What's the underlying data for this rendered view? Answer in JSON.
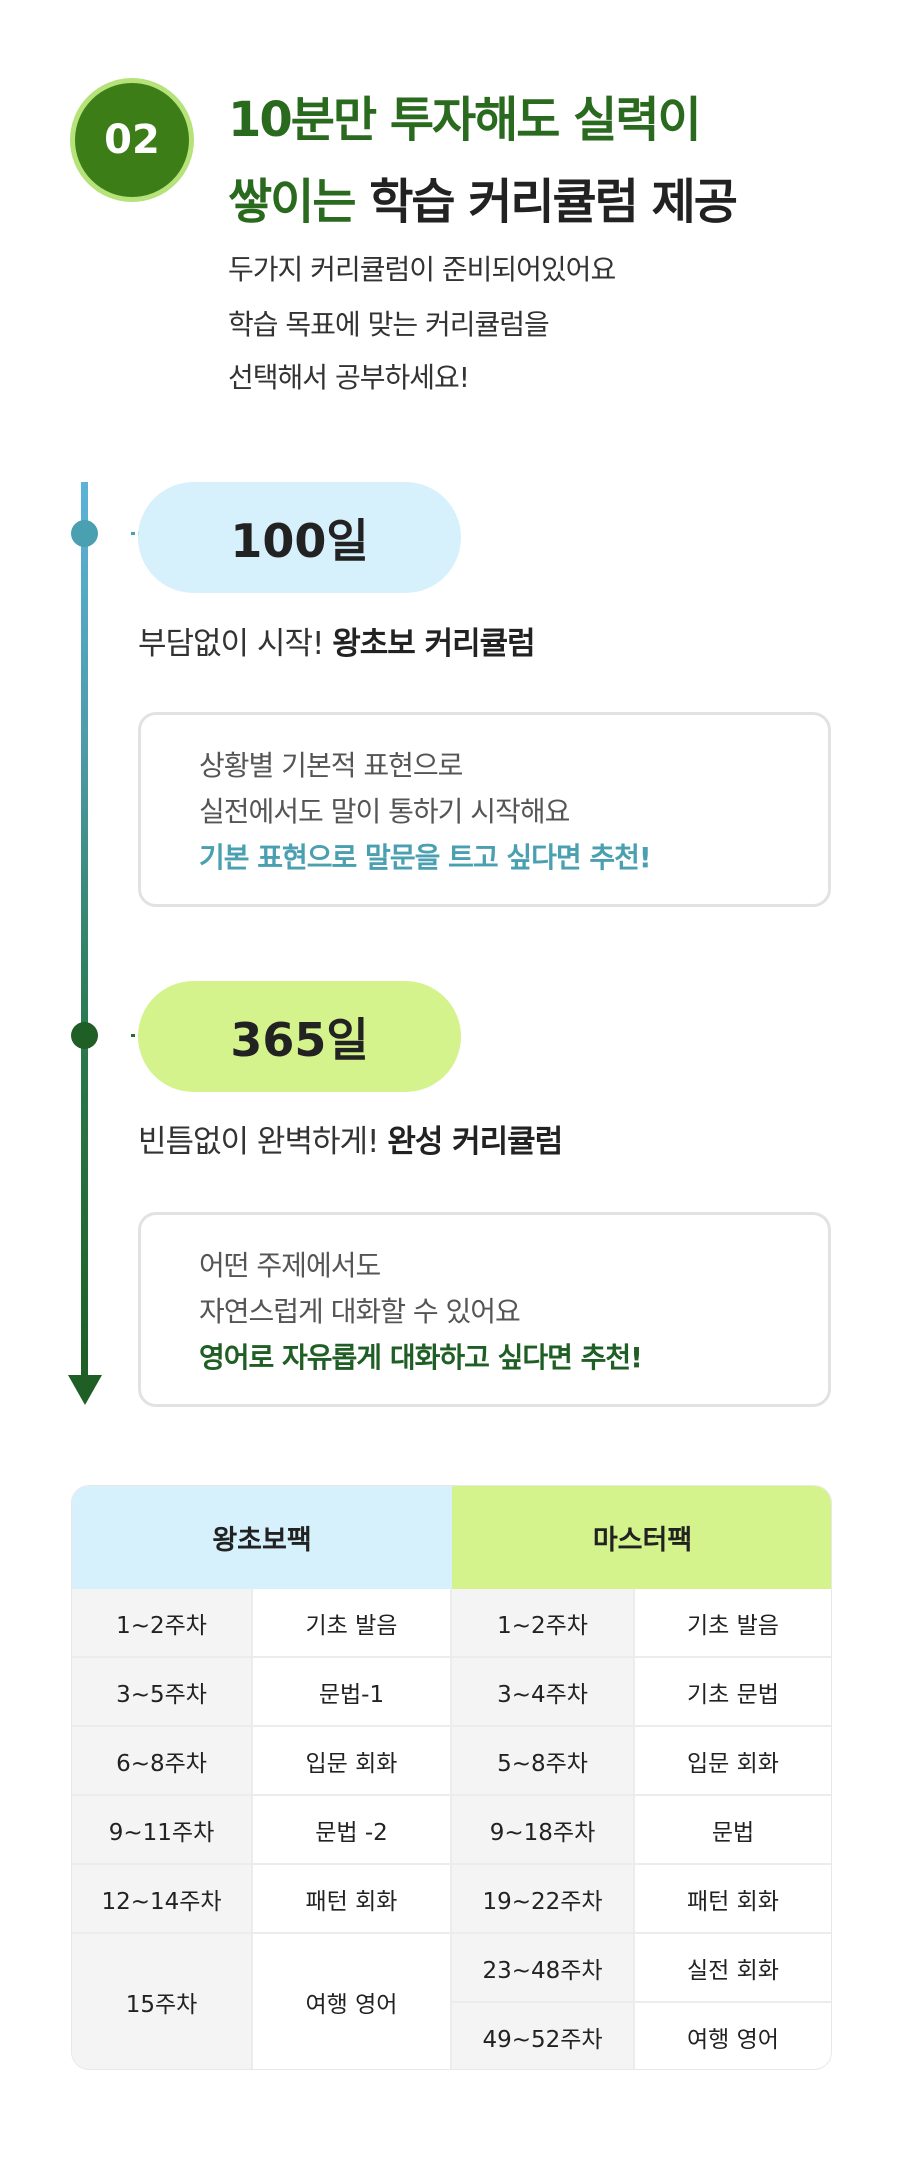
{
  "header": {
    "badge": "02",
    "title_line1": "10분만 투자해도 실력이",
    "title_line2_green": "쌓이는",
    "title_line2_dark": "학습 커리큘럼 제공",
    "subtitle": [
      "두가지 커리큘럼이 준비되어있어요",
      "학습 목표에 맞는 커리큘럼을",
      "선택해서 공부하세요!"
    ]
  },
  "timeline": [
    {
      "days": "100일",
      "lead": "부담없이 시작!",
      "lead_bold": "왕초보 커리큘럼",
      "lines": [
        "상황별 기본적 표현으로",
        "실전에서도 말이 통하기 시작해요"
      ],
      "recommend": "기본 표현으로 말문을 트고 싶다면 추천!",
      "color": "#4a9fb0",
      "pill": "#d6f0fc"
    },
    {
      "days": "365일",
      "lead": "빈틈없이 완벽하게!",
      "lead_bold": "완성 커리큘럼",
      "lines": [
        "어떤 주제에서도",
        "자연스럽게 대화할 수 있어요"
      ],
      "recommend": "영어로 자유롭게 대화하고 싶다면 추천!",
      "color": "#1f5e24",
      "pill": "#d4f38d"
    }
  ],
  "table": {
    "headers": [
      "왕초보팩",
      "마스터팩"
    ],
    "basic": [
      [
        "1~2주차",
        "기초 발음"
      ],
      [
        "3~5주차",
        "문법-1"
      ],
      [
        "6~8주차",
        "입문 회화"
      ],
      [
        "9~11주차",
        "문법 -2"
      ],
      [
        "12~14주차",
        "패턴 회화"
      ],
      [
        "15주차",
        "여행 영어"
      ]
    ],
    "master": [
      [
        "1~2주차",
        "기초 발음"
      ],
      [
        "3~4주차",
        "기초 문법"
      ],
      [
        "5~8주차",
        "입문 회화"
      ],
      [
        "9~18주차",
        "문법"
      ],
      [
        "19~22주차",
        "패턴 회화"
      ],
      [
        "23~48주차",
        "실전 회화"
      ],
      [
        "49~52주차",
        "여행 영어"
      ]
    ]
  }
}
